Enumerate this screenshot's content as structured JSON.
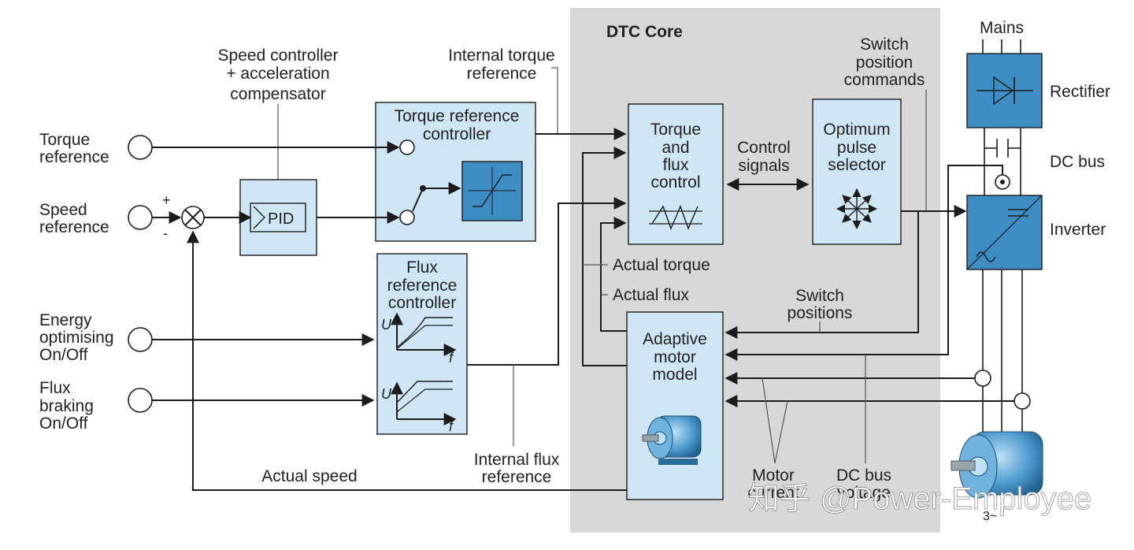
{
  "core": {
    "title": "DTC Core"
  },
  "inputs": {
    "torque_reference": [
      "Torque",
      "reference"
    ],
    "speed_reference": [
      "Speed",
      "reference"
    ],
    "energy_optimising": [
      "Energy",
      "optimising",
      "On/Off"
    ],
    "flux_braking": [
      "Flux",
      "braking",
      "On/Off"
    ]
  },
  "summing": {
    "plus": "+",
    "minus": "-"
  },
  "blocks": {
    "pid": {
      "label": "PID"
    },
    "speed_controller": [
      "Speed controller",
      "+ acceleration",
      "compensator"
    ],
    "torque_ref_controller": [
      "Torque reference",
      "controller"
    ],
    "flux_ref_controller": [
      "Flux",
      "reference",
      "controller"
    ],
    "flux_curve_axes": {
      "u": "U",
      "f": "f"
    },
    "torque_flux_control": [
      "Torque",
      "and",
      "flux",
      "control"
    ],
    "optimum_pulse_selector": [
      "Optimum",
      "pulse",
      "selector"
    ],
    "adaptive_motor_model": [
      "Adaptive",
      "motor",
      "model"
    ]
  },
  "signals": {
    "internal_torque_reference": [
      "Internal torque",
      "reference"
    ],
    "internal_flux_reference": [
      "Internal flux",
      "reference"
    ],
    "control_signals": [
      "Control",
      "signals"
    ],
    "switch_position_commands": [
      "Switch",
      "position",
      "commands"
    ],
    "actual_torque": "Actual torque",
    "actual_flux": "Actual flux",
    "switch_positions": [
      "Switch",
      "positions"
    ],
    "actual_speed": "Actual speed",
    "motor_current": [
      "Motor",
      "current"
    ],
    "dc_bus_voltage": [
      "DC bus",
      "voltage"
    ]
  },
  "power": {
    "mains": "Mains",
    "rectifier": "Rectifier",
    "dc_bus": "DC bus",
    "inverter": "Inverter",
    "motor_phases": "3~"
  },
  "watermark": "知乎 @Power-Employee",
  "colors": {
    "core_bg": "#d8d8d8",
    "light_block": "#cfe6f4",
    "dark_block": "#3d8cc4"
  }
}
